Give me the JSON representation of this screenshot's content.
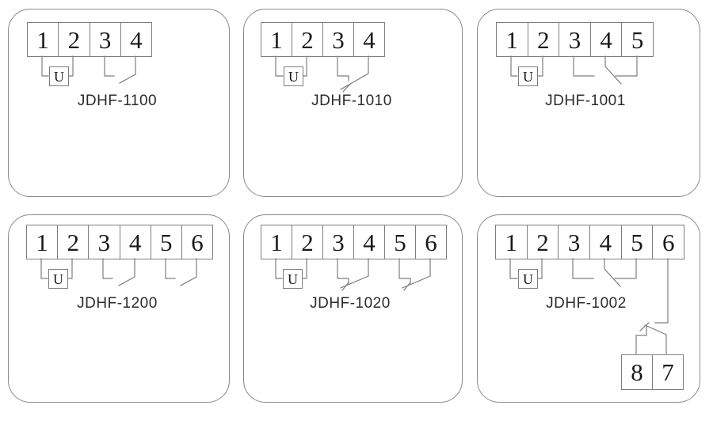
{
  "colors": {
    "background": "#ffffff",
    "panel_border": "#8a8a8a",
    "wire_line": "#7e7e7e",
    "terminal_digit": "#1a1a1a",
    "model_label": "#2b2b2b"
  },
  "panels": [
    {
      "model": "JDHF-1100",
      "coil_label": "U",
      "terminals": [
        "1",
        "2",
        "3",
        "4"
      ],
      "contact_types": [
        "normally-open"
      ]
    },
    {
      "model": "JDHF-1010",
      "coil_label": "U",
      "terminals": [
        "1",
        "2",
        "3",
        "4"
      ],
      "contact_types": [
        "normally-closed"
      ]
    },
    {
      "model": "JDHF-1001",
      "coil_label": "U",
      "terminals": [
        "1",
        "2",
        "3",
        "4",
        "5"
      ],
      "contact_types": [
        "changeover"
      ]
    },
    {
      "model": "JDHF-1200",
      "coil_label": "U",
      "terminals": [
        "1",
        "2",
        "3",
        "4",
        "5",
        "6"
      ],
      "contact_types": [
        "normally-open",
        "normally-open"
      ]
    },
    {
      "model": "JDHF-1020",
      "coil_label": "U",
      "terminals": [
        "1",
        "2",
        "3",
        "4",
        "5",
        "6"
      ],
      "contact_types": [
        "normally-closed",
        "normally-closed"
      ]
    },
    {
      "model": "JDHF-1002",
      "coil_label": "U",
      "terminals": [
        "1",
        "2",
        "3",
        "4",
        "5",
        "6"
      ],
      "aux_terminals": [
        "8",
        "7"
      ],
      "contact_types": [
        "changeover",
        "changeover"
      ]
    }
  ]
}
